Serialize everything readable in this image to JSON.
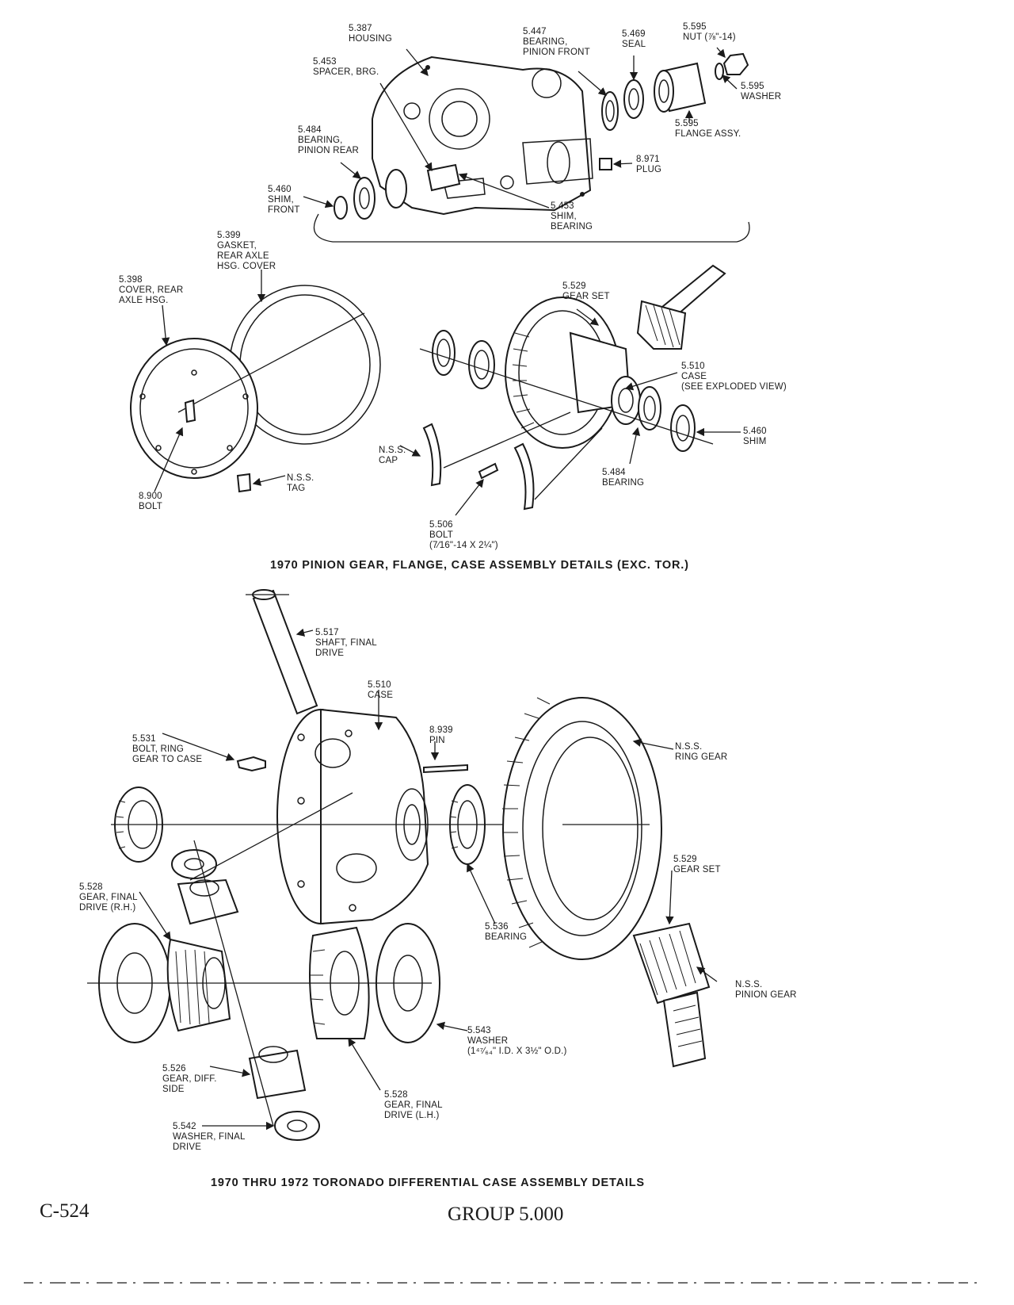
{
  "top_figure": {
    "caption": "1970 PINION GEAR, FLANGE, CASE ASSEMBLY DETAILS (EXC. TOR.)",
    "labels": {
      "housing": [
        "5.387",
        "HOUSING"
      ],
      "spacer": [
        "5.453",
        "SPACER, BRG."
      ],
      "bearing_front": [
        "5.447",
        "BEARING,",
        "PINION FRONT"
      ],
      "seal": [
        "5.469",
        "SEAL"
      ],
      "nut": [
        "5.595",
        "NUT (⅞\"-14)"
      ],
      "washer": [
        "5.595",
        "WASHER"
      ],
      "flange": [
        "5.595",
        "FLANGE ASSY."
      ],
      "bearing_rear": [
        "5.484",
        "BEARING,",
        "PINION REAR"
      ],
      "plug": [
        "8.971",
        "PLUG"
      ],
      "shim_front": [
        "5.460",
        "SHIM,",
        "FRONT"
      ],
      "shim_bearing": [
        "5.453",
        "SHIM,",
        "BEARING"
      ],
      "gasket": [
        "5.399",
        "GASKET,",
        "REAR AXLE",
        "HSG. COVER"
      ],
      "cover": [
        "5.398",
        "COVER, REAR",
        "AXLE HSG."
      ],
      "gear_set": [
        "5.529",
        "GEAR SET"
      ],
      "case": [
        "5.510",
        "CASE",
        "(SEE EXPLODED VIEW)"
      ],
      "shim": [
        "5.460",
        "SHIM"
      ],
      "cap": [
        "N.S.S.",
        "CAP"
      ],
      "bearing": [
        "5.484",
        "BEARING"
      ],
      "tag": [
        "N.S.S.",
        "TAG"
      ],
      "bolt_cover": [
        "8.900",
        "BOLT"
      ],
      "bolt_cap": [
        "5.506",
        "BOLT",
        "(7⁄16\"-14 x 2¼\")"
      ]
    }
  },
  "bottom_figure": {
    "caption": "1970 THRU 1972 TORONADO DIFFERENTIAL CASE ASSEMBLY DETAILS",
    "labels": {
      "shaft": [
        "5.517",
        "SHAFT, FINAL",
        "DRIVE"
      ],
      "case": [
        "5.510",
        "CASE"
      ],
      "pin": [
        "8.939",
        "PIN"
      ],
      "bolt_ring": [
        "5.531",
        "BOLT, RING",
        "GEAR TO CASE"
      ],
      "ring_gear": [
        "N.S.S.",
        "RING GEAR"
      ],
      "gear_set": [
        "5.529",
        "GEAR SET"
      ],
      "gear_rh": [
        "5.528",
        "GEAR, FINAL",
        "DRIVE (R.H.)"
      ],
      "bearing": [
        "5.536",
        "BEARING"
      ],
      "pinion_gear": [
        "N.S.S.",
        "PINION GEAR"
      ],
      "washer_big": [
        "5.543",
        "WASHER",
        "(1⁴⁷⁄₆₄\" I.D. x 3½\" O.D.)"
      ],
      "gear_side": [
        "5.526",
        "GEAR, DIFF.",
        "SIDE"
      ],
      "gear_lh": [
        "5.528",
        "GEAR, FINAL",
        "DRIVE (L.H.)"
      ],
      "washer_final": [
        "5.542",
        "WASHER, FINAL",
        "DRIVE"
      ]
    }
  },
  "footer": {
    "page_number": "C-524",
    "group": "GROUP 5.000"
  }
}
